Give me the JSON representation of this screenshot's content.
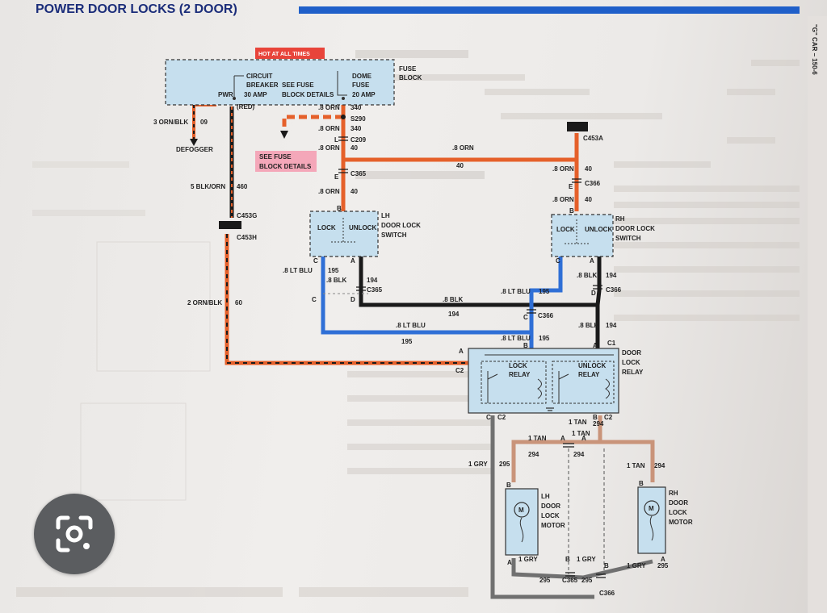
{
  "diagram": {
    "title": "POWER DOOR LOCKS (2 DOOR)",
    "side_tab": "\"G\" CAR – 150-6",
    "hot_tag": "HOT AT ALL TIMES",
    "see_fuse": [
      "SEE FUSE",
      "BLOCK DETAILS"
    ],
    "fuse_block": {
      "label": [
        "FUSE",
        "BLOCK"
      ],
      "circuit_breaker": [
        "CIRCUIT",
        "BREAKER",
        "30 AMP"
      ],
      "see_fuse": [
        "SEE FUSE",
        "BLOCK DETAILS"
      ],
      "dome_fuse": [
        "DOME",
        "FUSE",
        "20 AMP"
      ],
      "pwr": "PWR"
    },
    "wires": {
      "orn_blk_09": [
        "3 ORN/BLK",
        "09"
      ],
      "defogger": "DEFOGGER",
      "red": "(RED)",
      "blk_orn_460": [
        "5 BLK/ORN",
        "460"
      ],
      "orn_blk_60": [
        "2 ORN/BLK",
        "60"
      ],
      "orn_340_a": [
        ".8 ORN",
        "340"
      ],
      "orn_340_b": [
        ".8 ORN",
        "340"
      ],
      "orn_40_a": [
        ".8 ORN",
        "40"
      ],
      "orn_40_b": [
        ".8 ORN",
        "40"
      ],
      "orn_40_top": [
        ".8 ORN",
        "40"
      ],
      "orn_40_rh": [
        ".8 ORN",
        "40"
      ],
      "lt_blu_195_lh": [
        ".8 LT BLU",
        "195"
      ],
      "blk_194_lh": [
        ".8 BLK",
        "194"
      ],
      "blk_194_mid": [
        ".8 BLK",
        "194"
      ],
      "lt_blu_195_mid": [
        ".8 LT BLU",
        "195"
      ],
      "lt_blu_195_bottom": [
        ".8 LT BLU",
        "195"
      ],
      "lt_blu_195_relay": [
        ".8 LT BLU",
        "195"
      ],
      "blk_194_rh": [
        ".8 BLK",
        "194"
      ],
      "blk_194_relay": [
        ".8 BLK",
        "194"
      ],
      "tan_294_a": [
        "1 TAN",
        "294"
      ],
      "tan_294_b": [
        "1 TAN",
        "294"
      ],
      "tan_294_c": [
        "1 TAN",
        "294"
      ],
      "tan_294_rh": [
        "1 TAN",
        "294"
      ],
      "gry_295": [
        "1 GRY",
        "295"
      ],
      "gry_295_lh": [
        "1 GRY",
        "295"
      ],
      "gry_295_mid": [
        "1 GRY",
        "295"
      ],
      "gry_295_rh": [
        "1 GRY",
        "295"
      ]
    },
    "connectors": {
      "s290": "S290",
      "c209": "C209",
      "c365": "C365",
      "c453a": "C453A",
      "c366": "C366",
      "c453g": "C453G",
      "c453h": "C453H",
      "c1": "C1",
      "c2": "C2"
    },
    "pins": {
      "a": "A",
      "b": "B",
      "c": "C",
      "d": "D",
      "e": "E",
      "l": "L"
    },
    "lh_switch": {
      "label": [
        "LH",
        "DOOR LOCK",
        "SWITCH"
      ],
      "lock": "LOCK",
      "unlock": "UNLOCK"
    },
    "rh_switch": {
      "label": [
        "RH",
        "DOOR LOCK",
        "SWITCH"
      ],
      "lock": "LOCK",
      "unlock": "UNLOCK"
    },
    "relay": {
      "label": [
        "DOOR",
        "LOCK",
        "RELAY"
      ],
      "lock_relay": [
        "LOCK",
        "RELAY"
      ],
      "unlock_relay": [
        "UNLOCK",
        "RELAY"
      ]
    },
    "lh_motor": {
      "label": [
        "LH",
        "DOOR",
        "LOCK",
        "MOTOR"
      ],
      "m": "M"
    },
    "rh_motor": {
      "label": [
        "RH",
        "DOOR",
        "LOCK",
        "MOTOR"
      ],
      "m": "M"
    },
    "colors": {
      "orange": "#e5602a",
      "black": "#1a1a1a",
      "blue": "#2f6fd6",
      "tan": "#c9947a",
      "gray": "#707070",
      "component": "#c6dfee",
      "title_bar": "#1f5fc9"
    }
  },
  "lens_icon": "google-lens-icon"
}
